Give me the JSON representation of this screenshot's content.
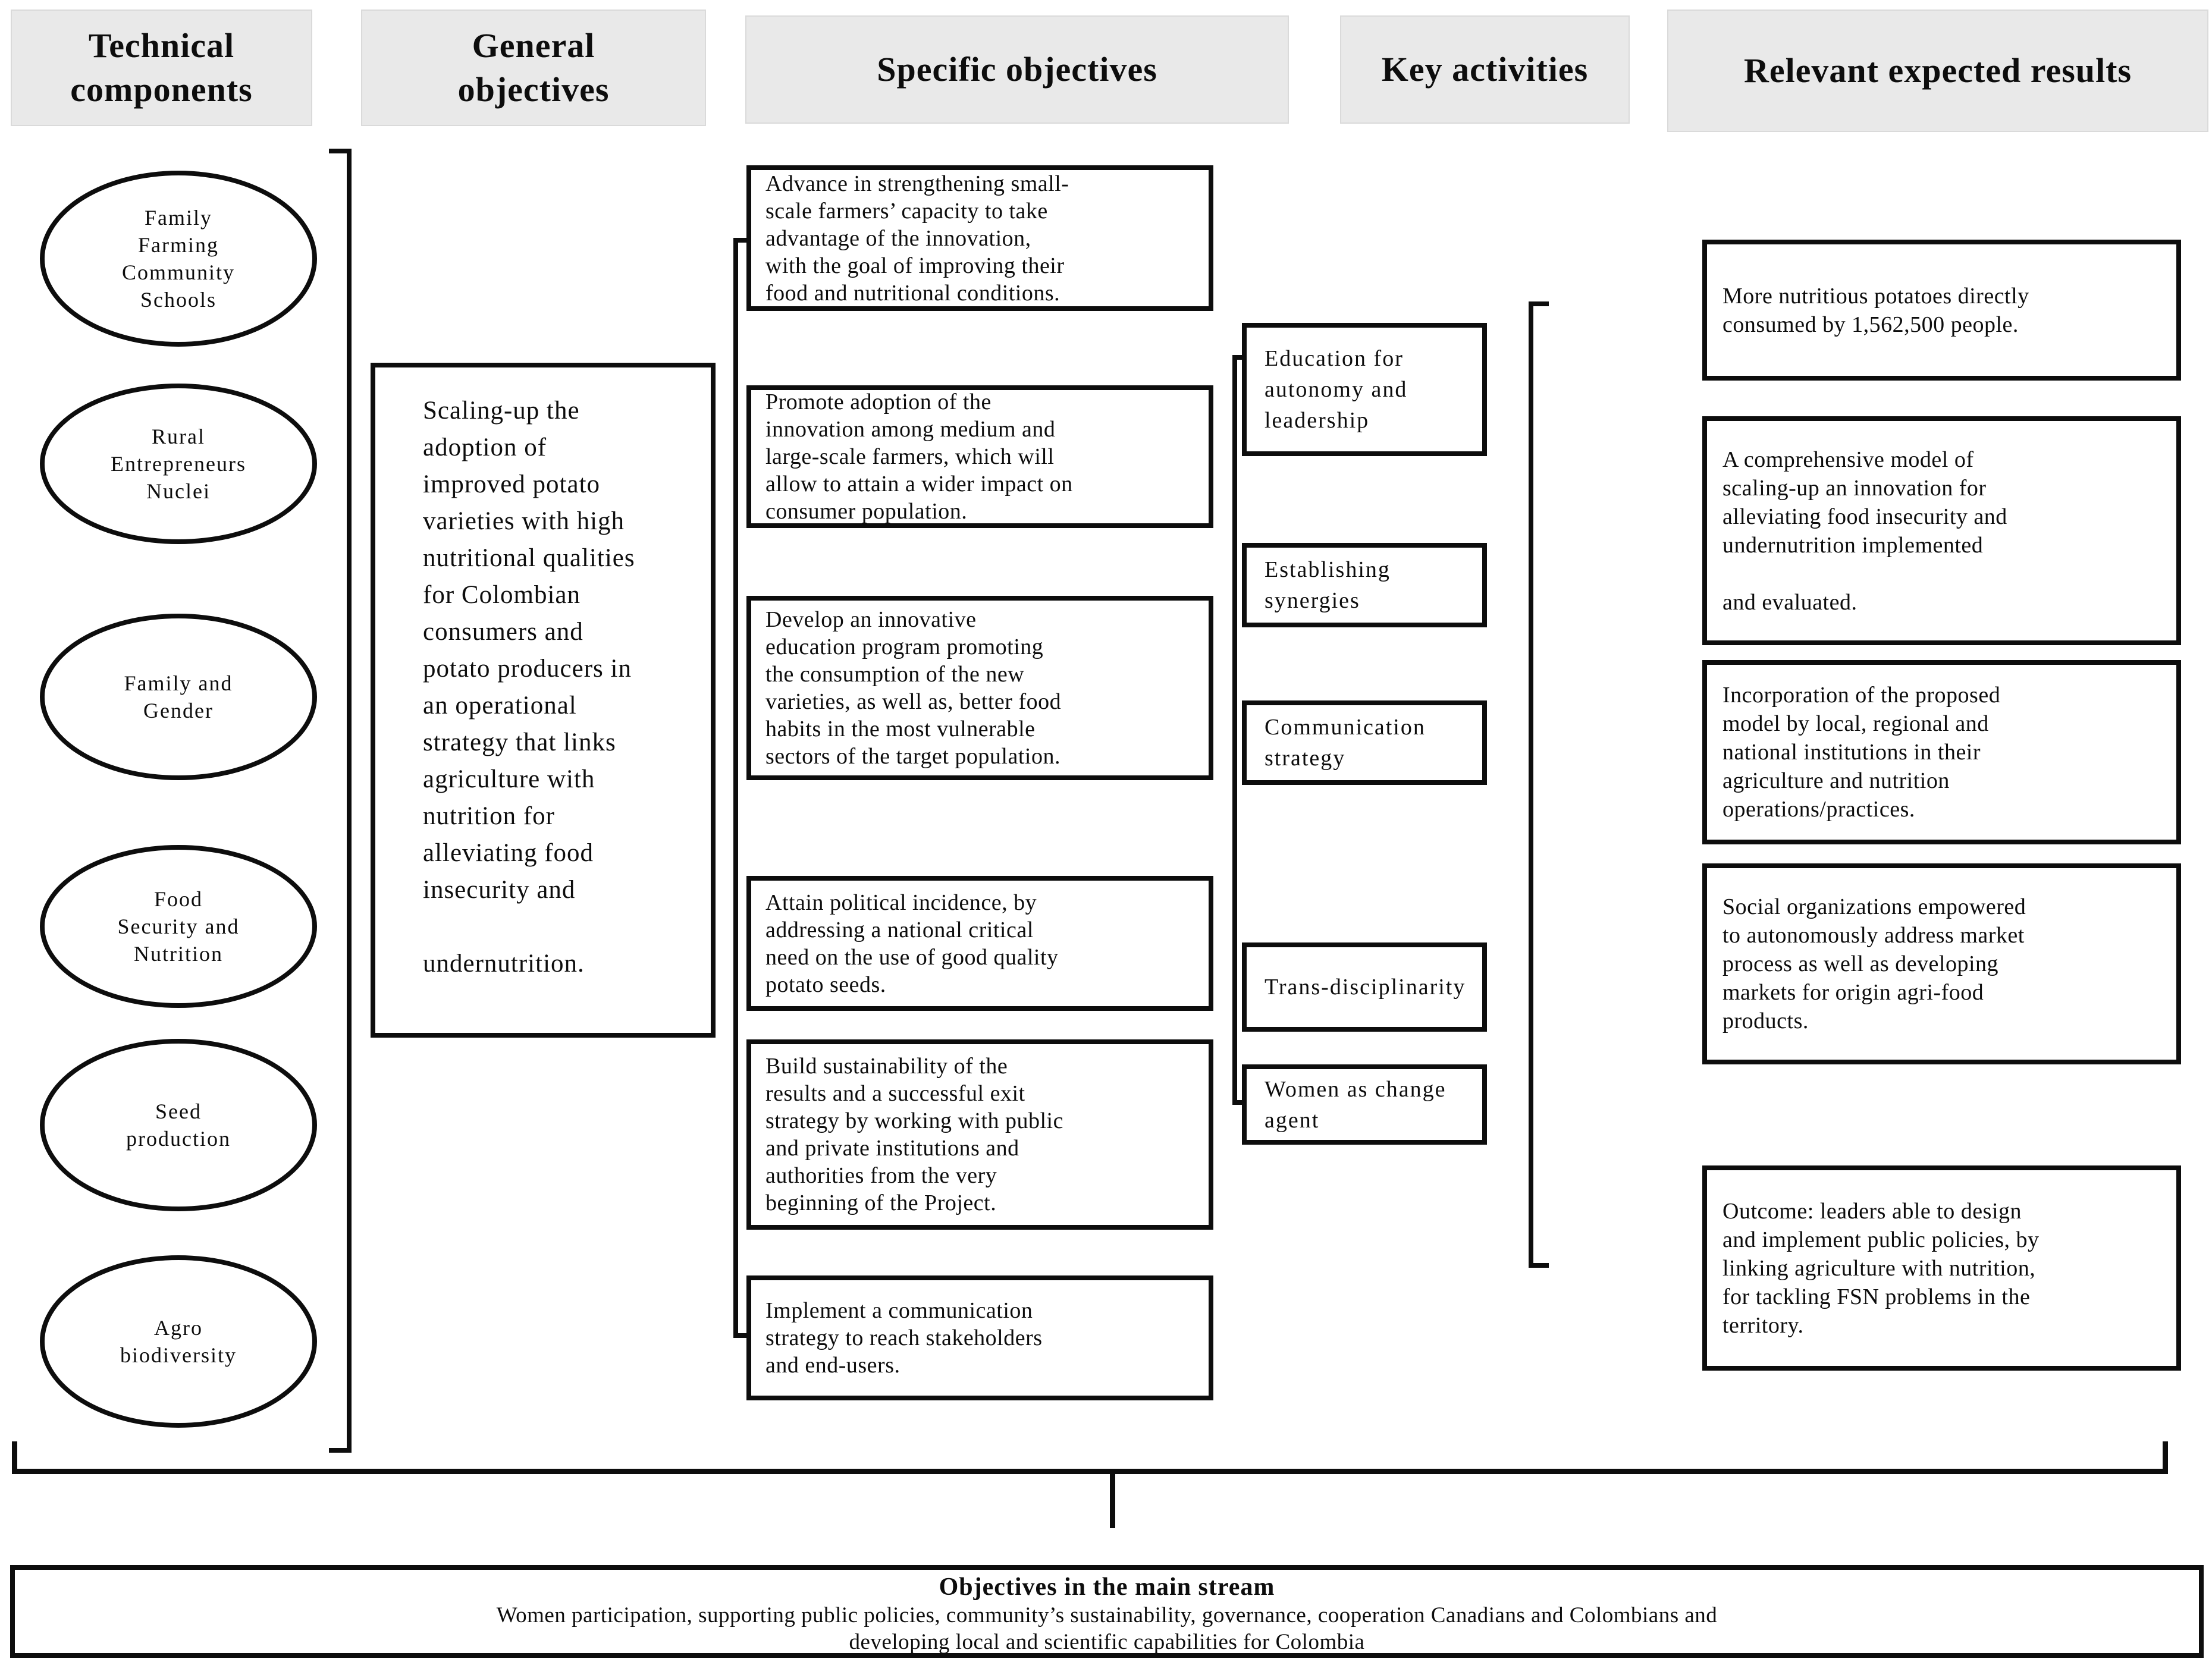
{
  "figure": {
    "columns": {
      "technical_components": {
        "header": "Technical\ncomponents",
        "items": [
          "Family\nFarming\nCommunity\nSchools",
          "Rural\nEntrepreneurs\nNuclei",
          "Family and\nGender",
          "Food\nSecurity and\nNutrition",
          "Seed\nproduction",
          "Agro\nbiodiversity"
        ]
      },
      "general_objectives": {
        "header": "General\nobjectives",
        "text": "Scaling-up the\nadoption of\nimproved potato\nvarieties with high\nnutritional qualities\nfor Colombian\nconsumers and\npotato producers in\nan operational\nstrategy that links\nagriculture with\nnutrition for\nalleviating food\ninsecurity and\n\nundernutrition."
      },
      "specific_objectives": {
        "header": "Specific objectives",
        "boxes": [
          "Advance in strengthening small-\nscale farmers’ capacity to take\nadvantage of the innovation,\nwith the goal of improving their\nfood and nutritional conditions.",
          "Promote adoption of the\ninnovation among medium and\nlarge-scale farmers, which will\nallow to attain a wider impact on\nconsumer population.",
          "Develop an innovative\neducation program promoting\nthe consumption of the new\nvarieties, as well as, better food\nhabits in the most vulnerable\nsectors of the target population.",
          "Attain political incidence, by\naddressing a national critical\nneed on the use of good quality\npotato seeds.",
          "Build sustainability of the\nresults and a successful exit\nstrategy by working with public\nand private institutions and\nauthorities from the very\nbeginning of the Project.",
          "Implement a communication\nstrategy to reach stakeholders\nand end-users."
        ]
      },
      "key_activities": {
        "header": "Key activities",
        "boxes": [
          "Education for\nautonomy and\nleadership",
          "Establishing\nsynergies",
          "Communication\nstrategy",
          "Trans-disciplinarity",
          "Women as change\nagent"
        ]
      },
      "expected_results": {
        "header": "Relevant expected results",
        "boxes": [
          "More nutritious potatoes directly\nconsumed by 1,562,500 people.",
          "A comprehensive model of\nscaling-up an innovation for\nalleviating food insecurity and\nundernutrition implemented\n\nand evaluated.",
          "Incorporation of the proposed\nmodel by local, regional and\nnational institutions in their\nagriculture and nutrition\noperations/practices.",
          "Social organizations empowered\nto autonomously address market\nprocess as well as developing\nmarkets for origin agri-food\nproducts.",
          "Outcome: leaders able to design\nand implement public policies, by\nlinking agriculture with nutrition,\nfor tackling FSN problems in the\nterritory."
        ]
      }
    },
    "footer": {
      "title": "Objectives in the main stream",
      "body": "Women participation,  supporting  public  policies, community’s sustainability,  governance, cooperation Canadians  and  Colombians  and\ndeveloping local and scientific  capabilities  for Colombia"
    },
    "colors": {
      "header_background": "#e9e9e9",
      "line_and_border": "#0d0d0d",
      "page_background": "#ffffff"
    }
  }
}
